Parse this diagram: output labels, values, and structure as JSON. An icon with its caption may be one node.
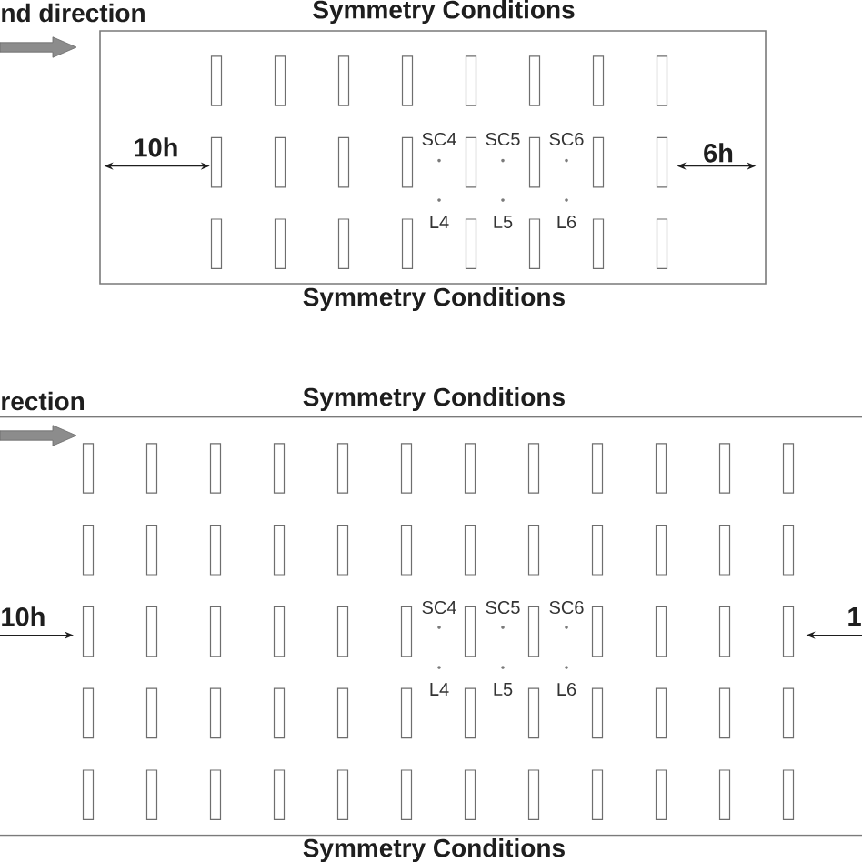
{
  "diagram": {
    "nodes": [
      {
        "text": [
          "Symmetry Conditions",
          "10h",
          "SC4",
          "SC5",
          "SC6",
          "6h",
          "L4",
          "L5",
          "L6",
          "Symmetry Conditions"
        ]
      }
    ],
    "labels": [
      "nd direction",
      "rection",
      "Symmetry Conditions",
      "10h",
      "SC4",
      "SC5",
      "SC6",
      "1",
      "L4",
      "L5",
      "L6",
      "Symmetry Conditions"
    ]
  }
}
